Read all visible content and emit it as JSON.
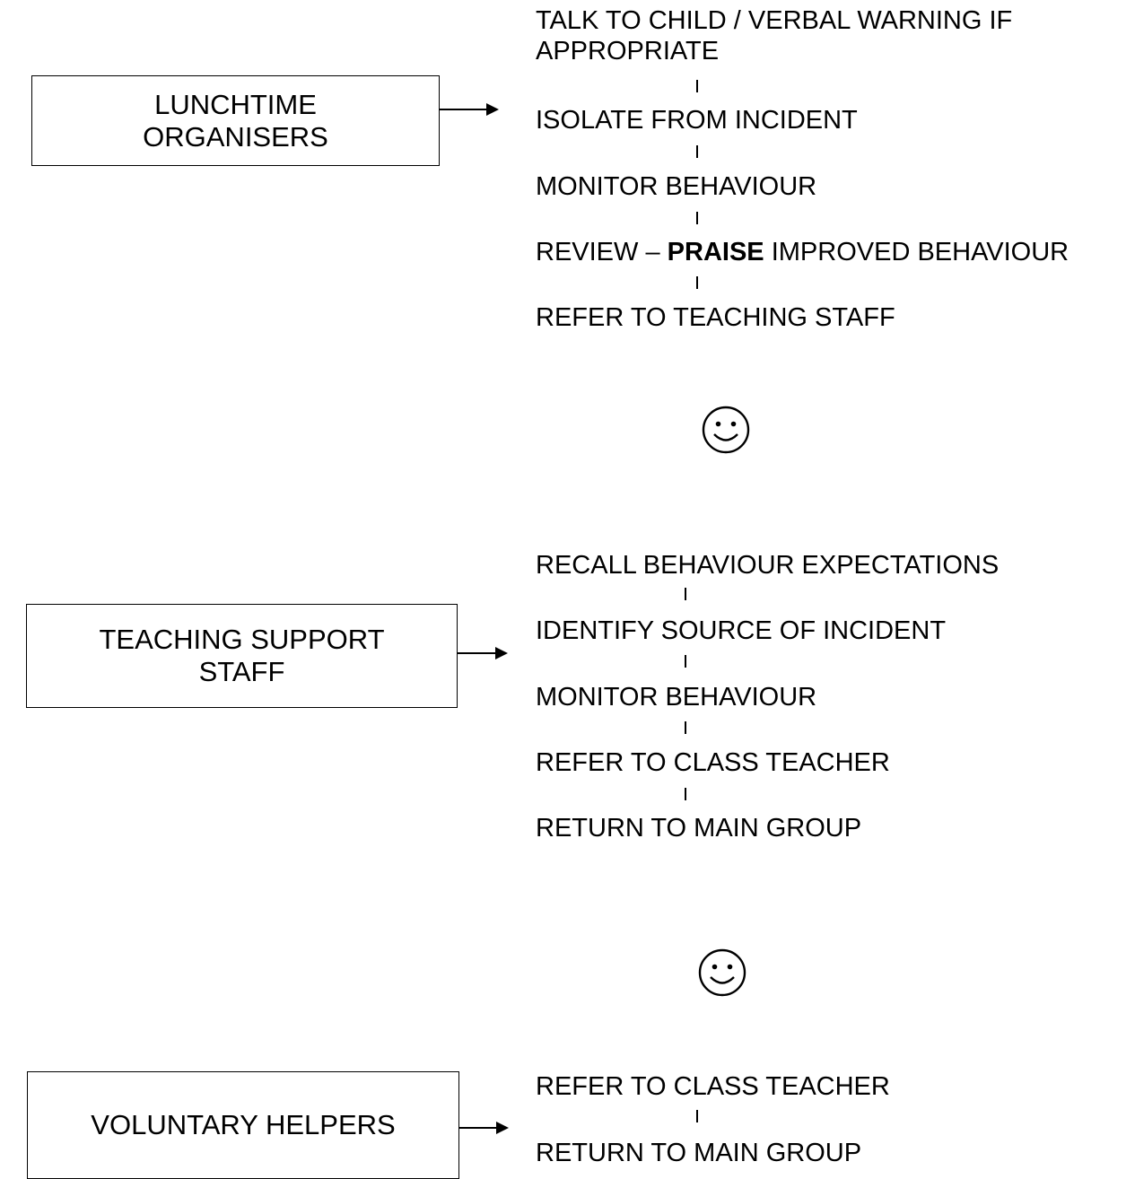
{
  "sections": [
    {
      "role_lines": [
        "LUNCHTIME",
        "ORGANISERS"
      ],
      "steps": [
        {
          "line1": "TALK TO CHILD / VERBAL WARNING IF",
          "line2": "APPROPRIATE"
        },
        {
          "text": "ISOLATE FROM INCIDENT"
        },
        {
          "text": "MONITOR BEHAVIOUR"
        },
        {
          "pre": "REVIEW – ",
          "bold": "PRAISE",
          "post": " IMPROVED BEHAVIOUR"
        },
        {
          "text": "REFER TO  TEACHING STAFF"
        }
      ]
    },
    {
      "role_lines": [
        "TEACHING SUPPORT",
        "STAFF"
      ],
      "steps": [
        {
          "text": "RECALL BEHAVIOUR EXPECTATIONS"
        },
        {
          "text": "IDENTIFY SOURCE OF INCIDENT"
        },
        {
          "text": "MONITOR BEHAVIOUR"
        },
        {
          "text": "REFER TO CLASS TEACHER"
        },
        {
          "text": "RETURN TO MAIN GROUP"
        }
      ]
    },
    {
      "role_lines": [
        "VOLUNTARY HELPERS"
      ],
      "steps": [
        {
          "text": "REFER TO CLASS TEACHER"
        },
        {
          "text": "RETURN TO MAIN GROUP"
        }
      ]
    }
  ],
  "divider_icon": "smiley-face-icon"
}
